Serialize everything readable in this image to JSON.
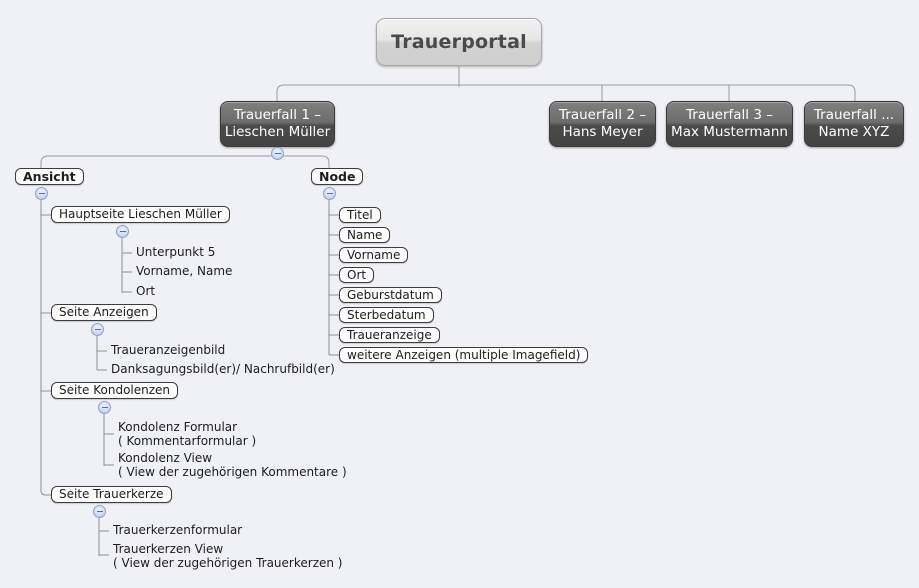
{
  "diagram": {
    "type": "mindmap-tree",
    "background_color": "#f0f1f7",
    "root": {
      "label": "Trauerportal"
    },
    "level2": [
      {
        "label": "Trauerfall 1 –\nLieschen Müller"
      },
      {
        "label": "Trauerfall 2 –\nHans Meyer"
      },
      {
        "label": "Trauerfall 3 –\nMax Mustermann"
      },
      {
        "label": "Trauerfall ...\nName XYZ"
      }
    ],
    "branch_ansicht": {
      "label": "Ansicht",
      "children": [
        {
          "label": "Hauptseite Lieschen Müller",
          "leaves": [
            {
              "line1": "Unterpunkt 5",
              "line2": ""
            },
            {
              "line1": "Vorname, Name",
              "line2": ""
            },
            {
              "line1": "Ort",
              "line2": ""
            }
          ]
        },
        {
          "label": "Seite Anzeigen",
          "leaves": [
            {
              "line1": "Traueranzeigenbild",
              "line2": ""
            },
            {
              "line1": "Danksagungsbild(er)/ Nachrufbild(er)",
              "line2": ""
            }
          ]
        },
        {
          "label": "Seite Kondolenzen",
          "leaves": [
            {
              "line1": "Kondolenz Formular",
              "line2": "( Kommentarformular )"
            },
            {
              "line1": "Kondolenz View",
              "line2": "( View der zugehörigen Kommentare )"
            }
          ]
        },
        {
          "label": "Seite Trauerkerze",
          "leaves": [
            {
              "line1": "Trauerkerzenformular",
              "line2": ""
            },
            {
              "line1": "Trauerkerzen View",
              "line2": "( View der zugehörigen Trauerkerzen )"
            }
          ]
        }
      ]
    },
    "branch_node": {
      "label": "Node",
      "children": [
        {
          "label": "Titel"
        },
        {
          "label": "Name"
        },
        {
          "label": "Vorname"
        },
        {
          "label": "Ort"
        },
        {
          "label": "Geburstdatum"
        },
        {
          "label": "Sterbedatum"
        },
        {
          "label": "Traueranzeige"
        },
        {
          "label": "weitere Anzeigen (multiple Imagefield)"
        }
      ]
    },
    "handles": {
      "glyph": "minus",
      "state": "expanded",
      "count": 8
    }
  }
}
